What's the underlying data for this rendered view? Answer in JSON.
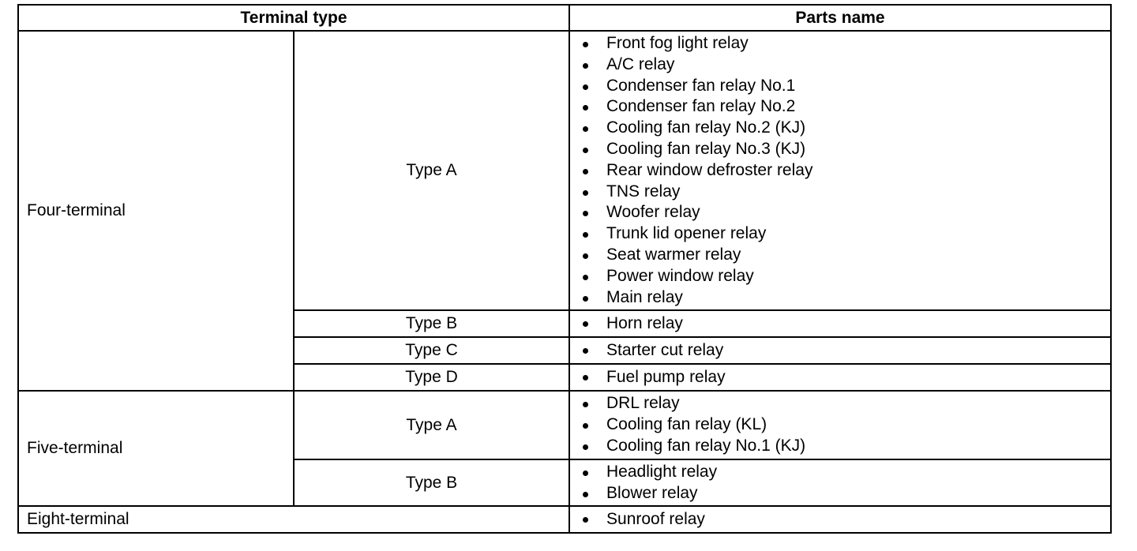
{
  "table": {
    "headers": {
      "terminal_type": "Terminal type",
      "parts_name": "Parts name"
    },
    "groups": [
      {
        "terminal": "Four-terminal",
        "rows": [
          {
            "type": "Type A",
            "parts": [
              "Front fog light relay",
              "A/C relay",
              "Condenser fan relay No.1",
              "Condenser fan relay No.2",
              "Cooling fan relay No.2 (KJ)",
              "Cooling fan relay No.3 (KJ)",
              "Rear window defroster relay",
              "TNS relay",
              "Woofer relay",
              "Trunk lid opener relay",
              "Seat warmer relay",
              "Power window relay",
              "Main relay"
            ]
          },
          {
            "type": "Type B",
            "parts": [
              "Horn relay"
            ]
          },
          {
            "type": "Type C",
            "parts": [
              "Starter cut relay"
            ]
          },
          {
            "type": "Type D",
            "parts": [
              "Fuel pump relay"
            ]
          }
        ]
      },
      {
        "terminal": "Five-terminal",
        "rows": [
          {
            "type": "Type A",
            "parts": [
              "DRL relay",
              "Cooling fan relay (KL)",
              "Cooling fan relay No.1 (KJ)"
            ]
          },
          {
            "type": "Type B",
            "parts": [
              "Headlight relay",
              "Blower relay"
            ]
          }
        ]
      },
      {
        "terminal": "Eight-terminal",
        "rows": [
          {
            "type": "",
            "parts": [
              "Sunroof relay"
            ]
          }
        ]
      }
    ]
  }
}
